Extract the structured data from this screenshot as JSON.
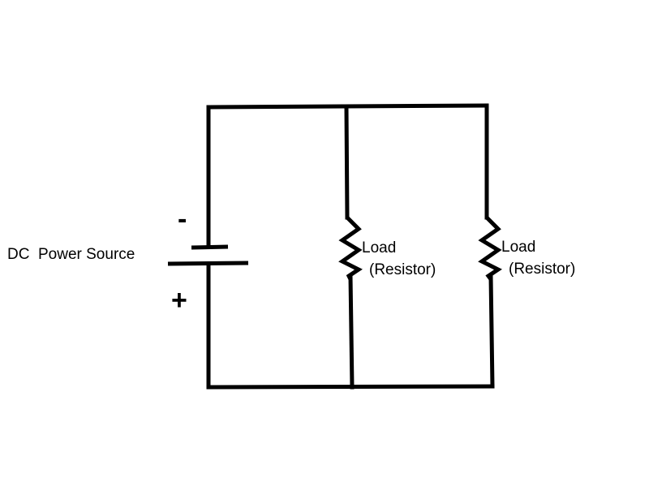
{
  "diagram": {
    "type": "parallel-circuit",
    "source": {
      "label": "DC  Power Source",
      "negative_sign": "-",
      "positive_sign": "+"
    },
    "loads": [
      {
        "label_line1": "Load",
        "label_line2": "(Resistor)"
      },
      {
        "label_line1": "Load",
        "label_line2": "(Resistor)"
      }
    ],
    "colors": {
      "wire": "#000000",
      "background": "#ffffff",
      "text": "#000000"
    }
  }
}
